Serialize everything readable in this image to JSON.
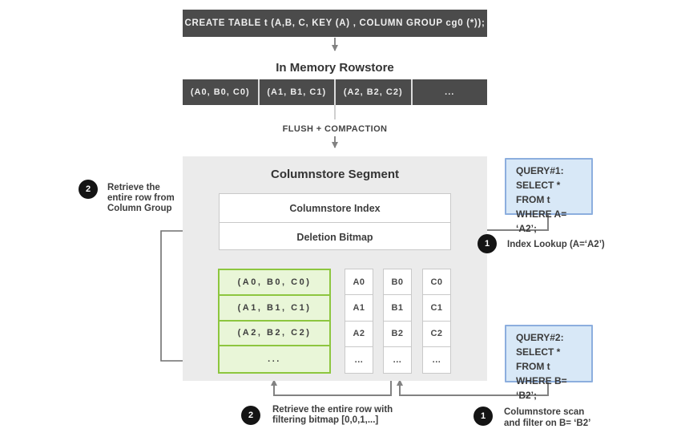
{
  "create_table": {
    "sql": "CREATE TABLE  t (A,B, C, KEY (A) , COLUMN GROUP cg0 (*));"
  },
  "rowstore": {
    "title": "In Memory Rowstore",
    "cells": [
      "(A0, B0, C0)",
      "(A1, B1, C1)",
      "(A2, B2, C2)",
      "..."
    ]
  },
  "flush_label": "FLUSH + COMPACTION",
  "segment": {
    "title": "Columnstore Segment",
    "index_label": "Columnstore Index",
    "bitmap_label": "Deletion Bitmap",
    "column_group": {
      "rows": [
        "(A0, B0, C0)",
        "(A1, B1, C1)",
        "(A2, B2, C2)",
        "..."
      ]
    },
    "columns": [
      {
        "cells": [
          "A0",
          "A1",
          "A2",
          "..."
        ]
      },
      {
        "cells": [
          "B0",
          "B1",
          "B2",
          "..."
        ]
      },
      {
        "cells": [
          "C0",
          "C1",
          "C2",
          "..."
        ]
      }
    ]
  },
  "query1": {
    "lines": [
      "QUERY#1:",
      "SELECT * FROM t",
      "WHERE A= ‘A2’;"
    ]
  },
  "query2": {
    "lines": [
      "QUERY#2:",
      "SELECT * FROM t",
      "WHERE B= ‘B2’;"
    ]
  },
  "annotations": {
    "index_lookup": {
      "badge": "1",
      "text": "Index Lookup (A=‘A2’)"
    },
    "retrieve_cg": {
      "badge": "2",
      "lines": [
        "Retrieve the",
        "entire row from",
        "Column Group"
      ]
    },
    "retrieve_bitmap": {
      "badge": "2",
      "lines": [
        "Retrieve the entire row with",
        "filtering bitmap [0,0,1,...]"
      ]
    },
    "columnstore_scan": {
      "badge": "1",
      "lines": [
        "Columnstore scan",
        "and filter on B= ‘B2’"
      ]
    }
  },
  "colors": {
    "dark_bar": "#4b4b4b",
    "segment_bg": "#ebebeb",
    "green_fill": "#e9f6d8",
    "green_border": "#8dc63f",
    "blue_fill": "#d8e8f7",
    "blue_border": "#8caede",
    "connector": "#828282",
    "badge": "#141414"
  }
}
